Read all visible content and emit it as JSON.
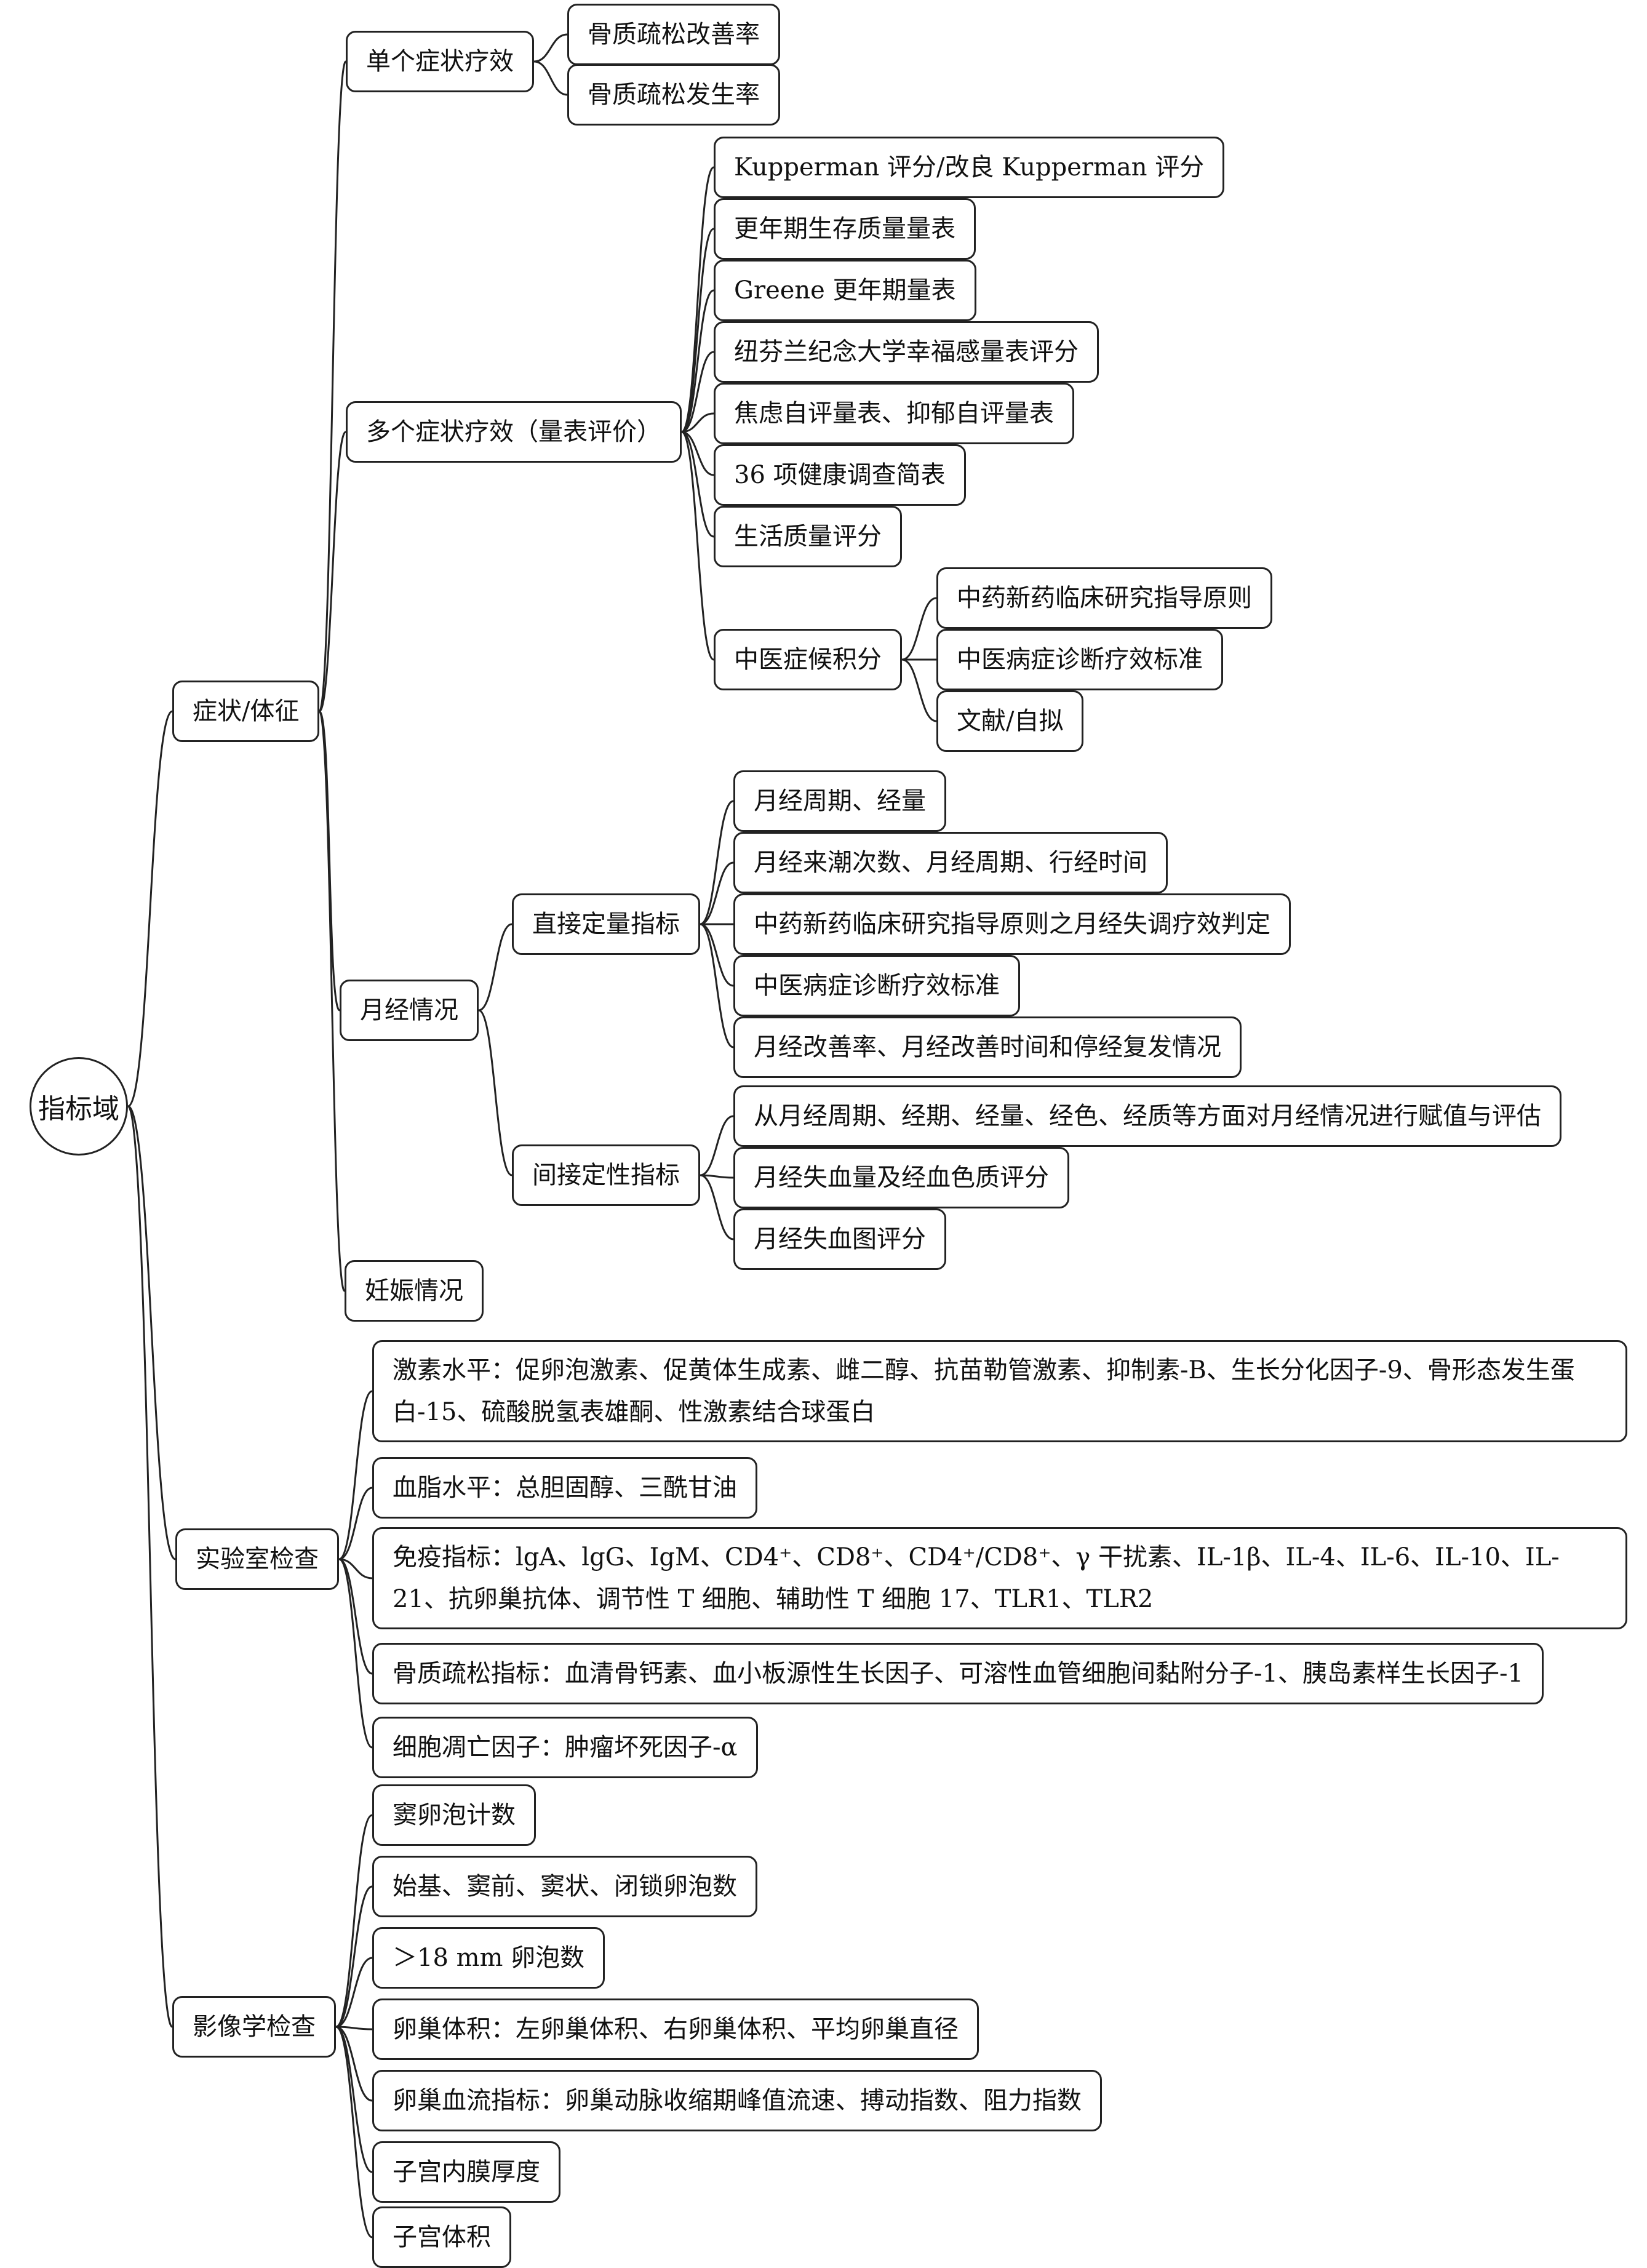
{
  "root": "指标域",
  "symptoms": {
    "label": "症状/体征",
    "single": {
      "label": "单个症状疗效",
      "items": [
        "骨质疏松改善率",
        "骨质疏松发生率"
      ]
    },
    "multi": {
      "label": "多个症状疗效（量表评价）",
      "items": [
        "Kupperman 评分/改良 Kupperman 评分",
        "更年期生存质量量表",
        "Greene 更年期量表",
        "纽芬兰纪念大学幸福感量表评分",
        "焦虑自评量表、抑郁自评量表",
        "36 项健康调查简表",
        "生活质量评分"
      ],
      "tcm": {
        "label": "中医症候积分",
        "items": [
          "中药新药临床研究指导原则",
          "中医病症诊断疗效标准",
          "文献/自拟"
        ]
      }
    },
    "menstrual": {
      "label": "月经情况",
      "direct": {
        "label": "直接定量指标",
        "items": [
          "月经周期、经量",
          "月经来潮次数、月经周期、行经时间",
          "中药新药临床研究指导原则之月经失调疗效判定",
          "中医病症诊断疗效标准",
          "月经改善率、月经改善时间和停经复发情况"
        ]
      },
      "indirect": {
        "label": "间接定性指标",
        "items": [
          "从月经周期、经期、经量、经色、经质等方面对月经情况进行赋值与评估",
          "月经失血量及经血色质评分",
          "月经失血图评分"
        ]
      }
    },
    "pregnancy": "妊娠情况"
  },
  "lab": {
    "label": "实验室检查",
    "items": [
      "激素水平：促卵泡激素、促黄体生成素、雌二醇、抗苗勒管激素、抑制素-B、生长分化因子-9、骨形态发生蛋白-15、硫酸脱氢表雄酮、性激素结合球蛋白",
      "血脂水平：总胆固醇、三酰甘油",
      "免疫指标：lgA、lgG、IgM、CD4⁺、CD8⁺、CD4⁺/CD8⁺、γ 干扰素、IL-1β、IL-4、IL-6、IL-10、IL-21、抗卵巢抗体、调节性 T 细胞、辅助性 T 细胞 17、TLR1、TLR2",
      "骨质疏松指标：血清骨钙素、血小板源性生长因子、可溶性血管细胞间黏附分子-1、胰岛素样生长因子-1",
      "细胞凋亡因子：肿瘤坏死因子-α"
    ]
  },
  "imaging": {
    "label": "影像学检查",
    "items": [
      "窦卵泡计数",
      "始基、窦前、窦状、闭锁卵泡数",
      "＞18 mm 卵泡数",
      "卵巢体积：左卵巢体积、右卵巢体积、平均卵巢直径",
      "卵巢血流指标：卵巢动脉收缩期峰值流速、搏动指数、阻力指数",
      "子宫内膜厚度",
      "子宫体积"
    ]
  }
}
